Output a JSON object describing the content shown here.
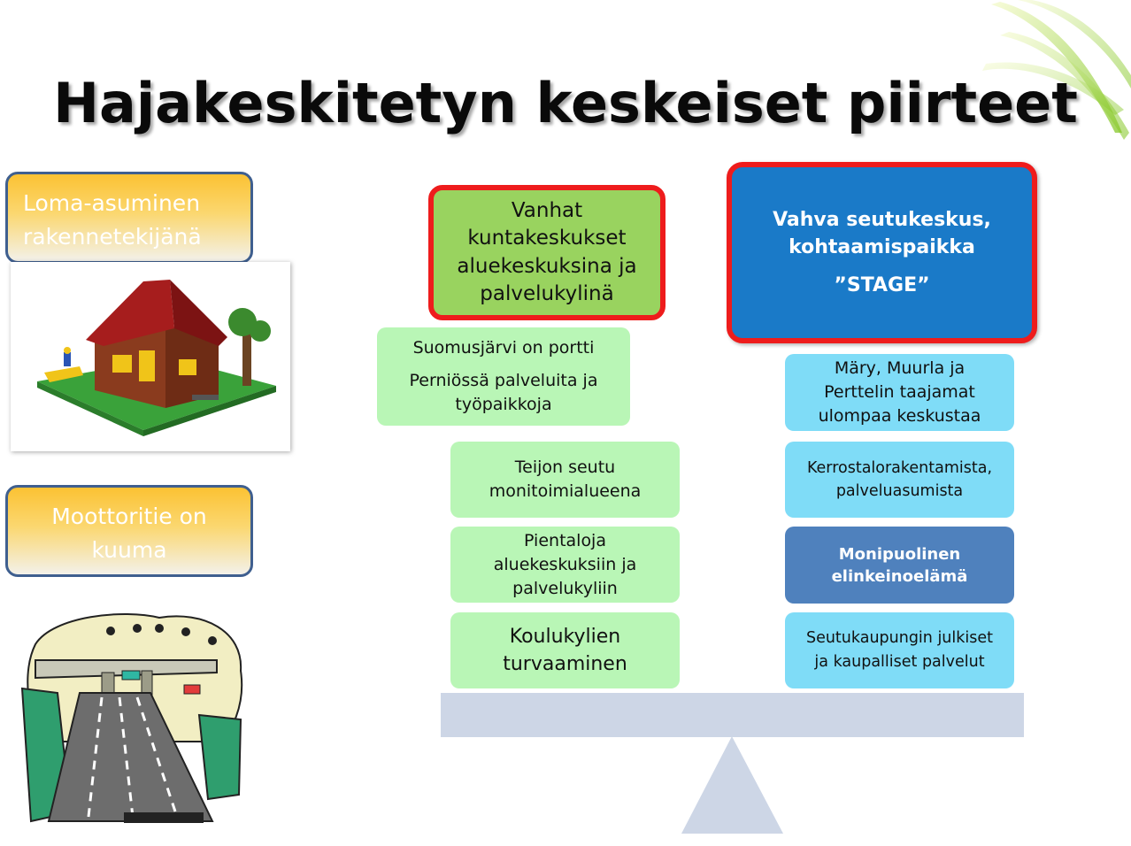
{
  "title": "Hajakeskitetyn keskeiset piirteet",
  "left": {
    "box1": {
      "line1": "Loma-asuminen",
      "line2": "rakennetekijänä"
    },
    "box2": {
      "line1": "Moottoritie on",
      "line2": "kuuma"
    }
  },
  "middle": {
    "vanhat": [
      "Vanhat",
      "kuntakeskukset",
      "aluekeskuksina ja",
      "palvelukylinä"
    ],
    "suomusjarvi": {
      "line1": "Suomusjärvi on portti",
      "line2": "Perniössä palveluita ja",
      "line3": "työpaikkoja"
    },
    "teijo": [
      "Teijon seutu",
      "monitoimialueena"
    ],
    "pientaloja": [
      "Pientaloja",
      "aluekeskuksiin ja",
      "palvelukyliin"
    ],
    "koulukylien": [
      "Koulukylien",
      "turvaaminen"
    ]
  },
  "right": {
    "vahva": {
      "line1": "Vahva seutukeskus,",
      "line2": "kohtaamispaikka",
      "line3": "”STAGE”"
    },
    "mary": [
      "Märy, Muurla ja",
      "Perttelin taajamat",
      "ulompaa keskustaa"
    ],
    "kerros": [
      "Kerrostalorakentamista,",
      "palveluasumista"
    ],
    "monipuolinen": [
      "Monipuolinen",
      "elinkeinoelämä"
    ],
    "seutukaupungin": [
      "Seutukaupungin julkiset",
      "ja kaupalliset palvelut"
    ]
  },
  "colors": {
    "title": "#0a0a0a",
    "light_green": "#b9f6b6",
    "green": "#99d35f",
    "cyan": "#7fdcf7",
    "blue": "#1a7ac8",
    "steel_blue": "#4f81bd",
    "red_border": "#ee1c1c",
    "orange": "#fbc233",
    "scale": "#cdd6e6"
  },
  "icons": [
    "swoosh-decoration",
    "lego-house-image",
    "highway-clipart-image",
    "balance-scale"
  ]
}
